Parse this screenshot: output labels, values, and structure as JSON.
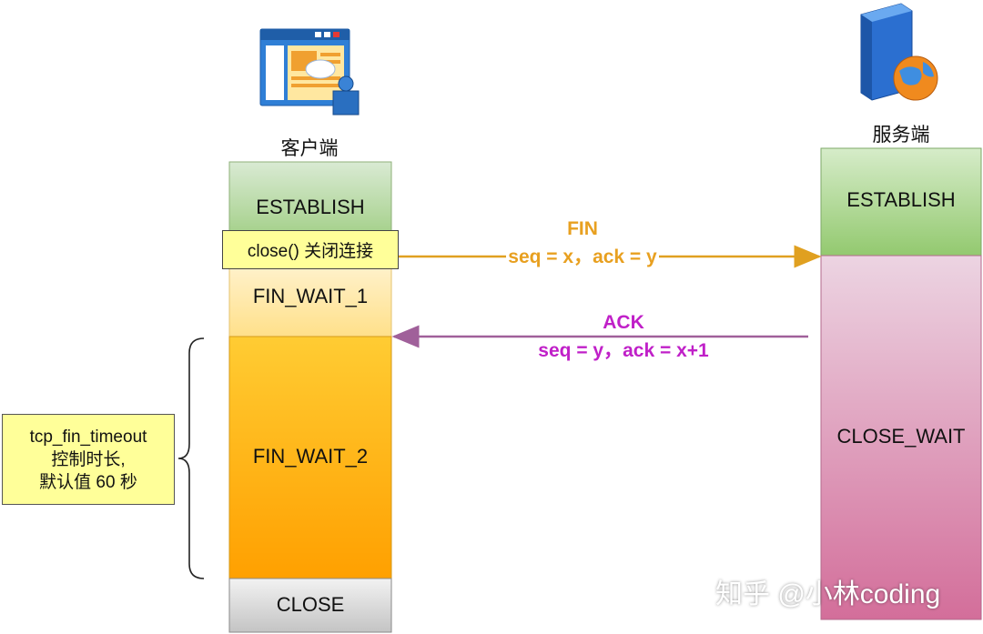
{
  "client": {
    "label": "客户端",
    "states": {
      "establish": "ESTABLISH",
      "fin_wait_1": "FIN_WAIT_1",
      "fin_wait_2": "FIN_WAIT_2",
      "close": "CLOSE"
    },
    "close_call": "close() 关闭连接"
  },
  "server": {
    "label": "服务端",
    "states": {
      "establish": "ESTABLISH",
      "close_wait": "CLOSE_WAIT"
    }
  },
  "messages": {
    "fin": {
      "title": "FIN",
      "detail": "seq = x，ack = y",
      "color": "#e8a020"
    },
    "ack": {
      "title": "ACK",
      "detail": "seq = y，ack = x+1",
      "color": "#c020c8"
    }
  },
  "note": {
    "line1": "tcp_fin_timeout",
    "line2": "控制时长,",
    "line3": "默认值 60 秒"
  },
  "watermark": "知乎 @小林coding",
  "colors": {
    "establish_green": "#a9d18e",
    "fin_wait_orange": "#ffb020",
    "close_wait_pink": "#d9779e",
    "close_gray": "#cfcfcf",
    "note_yellow": "#ffff99",
    "fin_arrow": "#e0a020",
    "ack_arrow": "#a0609a"
  },
  "icons": [
    "client-computer-icon",
    "server-globe-icon"
  ]
}
